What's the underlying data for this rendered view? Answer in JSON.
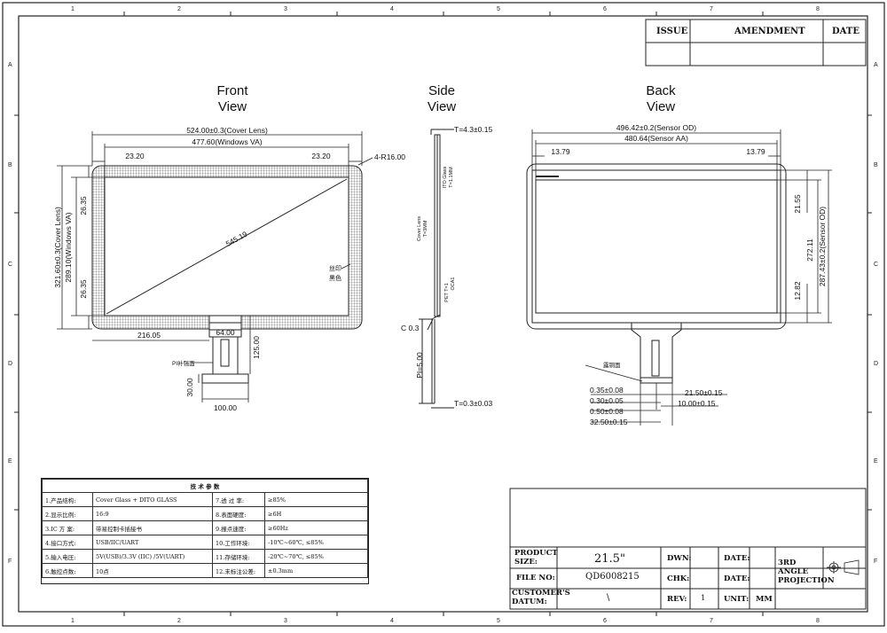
{
  "revision_block": {
    "issue": "ISSUE",
    "amendment": "AMENDMENT",
    "date": "DATE"
  },
  "border": {
    "cols": [
      "1",
      "2",
      "3",
      "4",
      "5",
      "6",
      "7",
      "8"
    ],
    "rows": [
      "A",
      "B",
      "C",
      "D",
      "E",
      "F"
    ]
  },
  "front_view": {
    "title": "Front\nView",
    "cover_lens_width": "524.00±0.3(Cover Lens)",
    "windows_va_width": "477.60(Windows VA)",
    "left_margin": "23.20",
    "right_margin": "23.20",
    "corner_radius": "4-R16.00",
    "cover_lens_height": "321.60±0.3(Cover Lens)",
    "windows_va_height": "289.10(Windows VA)",
    "top_margin": "26.35",
    "bottom_margin": "26.35",
    "diagonal": "545.19",
    "silk_note_1": "丝印",
    "silk_note_2": "黑色",
    "tail_offset": "216.05",
    "tail_width": "64.00",
    "tail_length": "125.00",
    "pi_note": "PI补强面",
    "connector_length": "30.00",
    "connector_width": "100.00"
  },
  "side_view": {
    "title": "Side\nView",
    "total_thickness": "T=4.3±0.15",
    "ito_glass": "ITO Glass",
    "ito_thickness": "T=1.1MM",
    "cover_lens": "Cover Lens",
    "cover_thickness": "T=3MM",
    "pet_label": "PET T=1",
    "oca_label": "OCA1",
    "chamfer": "C 0.3",
    "pi_thickness": "PI=5.00",
    "fpc_thickness": "T=0.3±0.03"
  },
  "back_view": {
    "title": "Back\nView",
    "sensor_od_width": "496.42±0.2(Sensor OD)",
    "sensor_aa_width": "480.64(Sensor AA)",
    "left_margin": "13.79",
    "right_margin": "13.79",
    "top_margin": "21.55",
    "aa_height": "272.11",
    "od_height": "287.43±0.2(Sensor OD)",
    "bottom_margin": "12.82",
    "copper_note": "露铜面",
    "dims_left": [
      "0.35±0.08",
      "0.30±0.05",
      "0.50±0.08",
      "32.50±0.15"
    ],
    "dims_right": [
      "21.50±0.15",
      "10.00±0.15"
    ]
  },
  "spec_table": {
    "caption": "技 术 参 数",
    "rows": [
      [
        "1.产品结构:",
        "Cover Glass + DITO GLASS",
        "7.透 过 率:",
        "≥85%"
      ],
      [
        "2.显示比例:",
        "16:9",
        "8.表面硬度:",
        "≥6H"
      ],
      [
        "3.IC 方 案:",
        "带易控制卡插接书",
        "9.报点速度:",
        "≥60Hz"
      ],
      [
        "4.接口方式:",
        "USB/IIC/UART",
        "10.工作环境:",
        "-10℃~60℃, ≤85%"
      ],
      [
        "5.输入电压:",
        "5V(USB)/3.3V (IIC) /5V(UART)",
        "11.存储环境:",
        "-20℃~70℃, ≤85%"
      ],
      [
        "6.触控点数:",
        "10点",
        "12.未标注公差:",
        "±0.3mm"
      ]
    ]
  },
  "title_block": {
    "product_size_label": "PRODUCT SIZE:",
    "product_size": "21.5\"",
    "file_no_label": "FILE NO:",
    "file_no": "QD6008215",
    "customer_label": "CUSTOMER'S DATUM:",
    "customer": "\\",
    "dwn_label": "DWN:",
    "chk_label": "CHK:",
    "rev_label": "REV:",
    "rev": "1",
    "date_label_1": "DATE:",
    "date_label_2": "DATE:",
    "unit_label": "UNIT:",
    "unit": "MM",
    "projection": "3RD ANGLE PROJECTION"
  }
}
